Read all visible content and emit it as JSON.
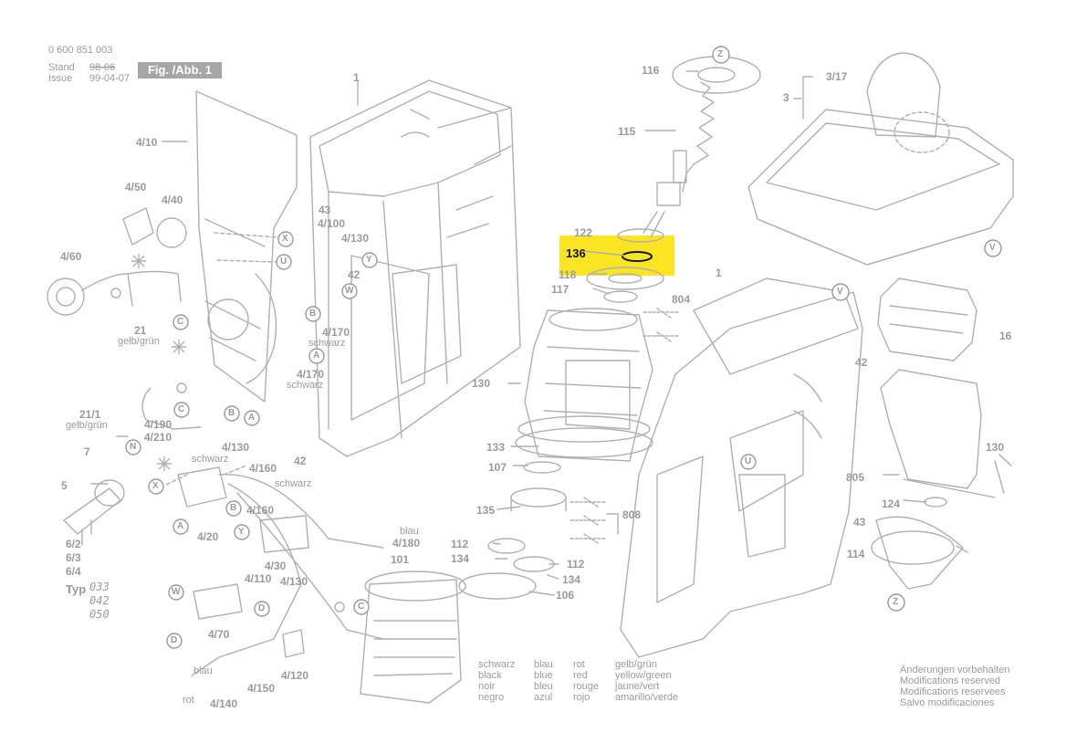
{
  "header": {
    "part_no": "0 600 851 003",
    "stand_label": "Stand",
    "issue_label": "Issue",
    "stand_date": "98-06",
    "issue_date": "99-04-07",
    "figure": "Fig. /Abb. 1"
  },
  "highlight": {
    "part": "136",
    "color": "#fbe522"
  },
  "labels": {
    "l_1_top": "1",
    "l_116": "116",
    "l_z1": "Z",
    "l_317": "3/17",
    "l_3": "3",
    "l_115": "115",
    "l_410": "4/10",
    "l_450": "4/50",
    "l_440": "4/40",
    "l_43": "43",
    "l_4100": "4/100",
    "l_4130a": "4/130",
    "l_x1": "X",
    "l_y1": "Y",
    "l_u1": "U",
    "l_w1": "W",
    "l_42a": "42",
    "l_460": "4/60",
    "l_21": "21",
    "l_gelbgruen1": "gelb/grün",
    "l_c1": "C",
    "l_b1": "B",
    "l_4170a": "4/170",
    "l_schwarz1": "schwarz",
    "l_a1": "A",
    "l_4170b": "4/170",
    "l_schwarz2": "schwarz",
    "l_122": "122",
    "l_118": "118",
    "l_117": "117",
    "l_804": "804",
    "l_1_mid": "1",
    "l_v1": "V",
    "l_v2": "V",
    "l_16": "16",
    "l_42b": "42",
    "l_130a": "130",
    "l_211": "21/1",
    "l_gelbgruen2": "gelb/grün",
    "l_4190": "4/190",
    "l_4210": "4/210",
    "l_7": "7",
    "l_n1": "N",
    "l_4130b": "4/130",
    "l_schwarz3": "schwarz",
    "l_42c": "42",
    "l_c2": "C",
    "l_b2": "B",
    "l_a2": "A",
    "l_5": "5",
    "l_x2": "X",
    "l_4160a": "4/160",
    "l_schwarz4": "schwarz",
    "l_b3": "B",
    "l_4160b": "4/160",
    "l_a3": "A",
    "l_420": "4/20",
    "l_y2": "Y",
    "l_430": "4/30",
    "l_4110": "4/110",
    "l_4130c": "4/130",
    "l_blau1": "blau",
    "l_4180": "4/180",
    "l_62": "6/2",
    "l_63": "6/3",
    "l_64": "6/4",
    "l_typ": "Typ",
    "l_133": "133",
    "l_107": "107",
    "l_135": "135",
    "l_808": "808",
    "l_112a": "112",
    "l_134a": "134",
    "l_112b": "112",
    "l_134b": "134",
    "l_106": "106",
    "l_101": "101",
    "l_u2": "U",
    "l_130b": "130",
    "l_805": "805",
    "l_124": "124",
    "l_43b": "43",
    "l_114": "114",
    "l_z2": "Z",
    "l_w2": "W",
    "l_d1": "D",
    "l_470": "4/70",
    "l_d2": "D",
    "l_blau2": "blau",
    "l_rot": "rot",
    "l_4140": "4/140",
    "l_4150": "4/150",
    "l_4120": "4/120",
    "l_c3": "C"
  },
  "typ_codes": [
    "033",
    "042",
    "050"
  ],
  "legend": {
    "col1": [
      "schwarz",
      "black",
      "noir",
      "negro"
    ],
    "col2": [
      "blau",
      "blue",
      "bleu",
      "azul"
    ],
    "col3": [
      "rot",
      "red",
      "rouge",
      "rojo"
    ],
    "col4": [
      "gelb/grün",
      "yellow/green",
      "jaune/vert",
      "amarillo/verde"
    ]
  },
  "notice": [
    "Änderungen vorbehalten",
    "Modifications reserved",
    "Modifications reservees",
    "Salvo modificaciones"
  ]
}
